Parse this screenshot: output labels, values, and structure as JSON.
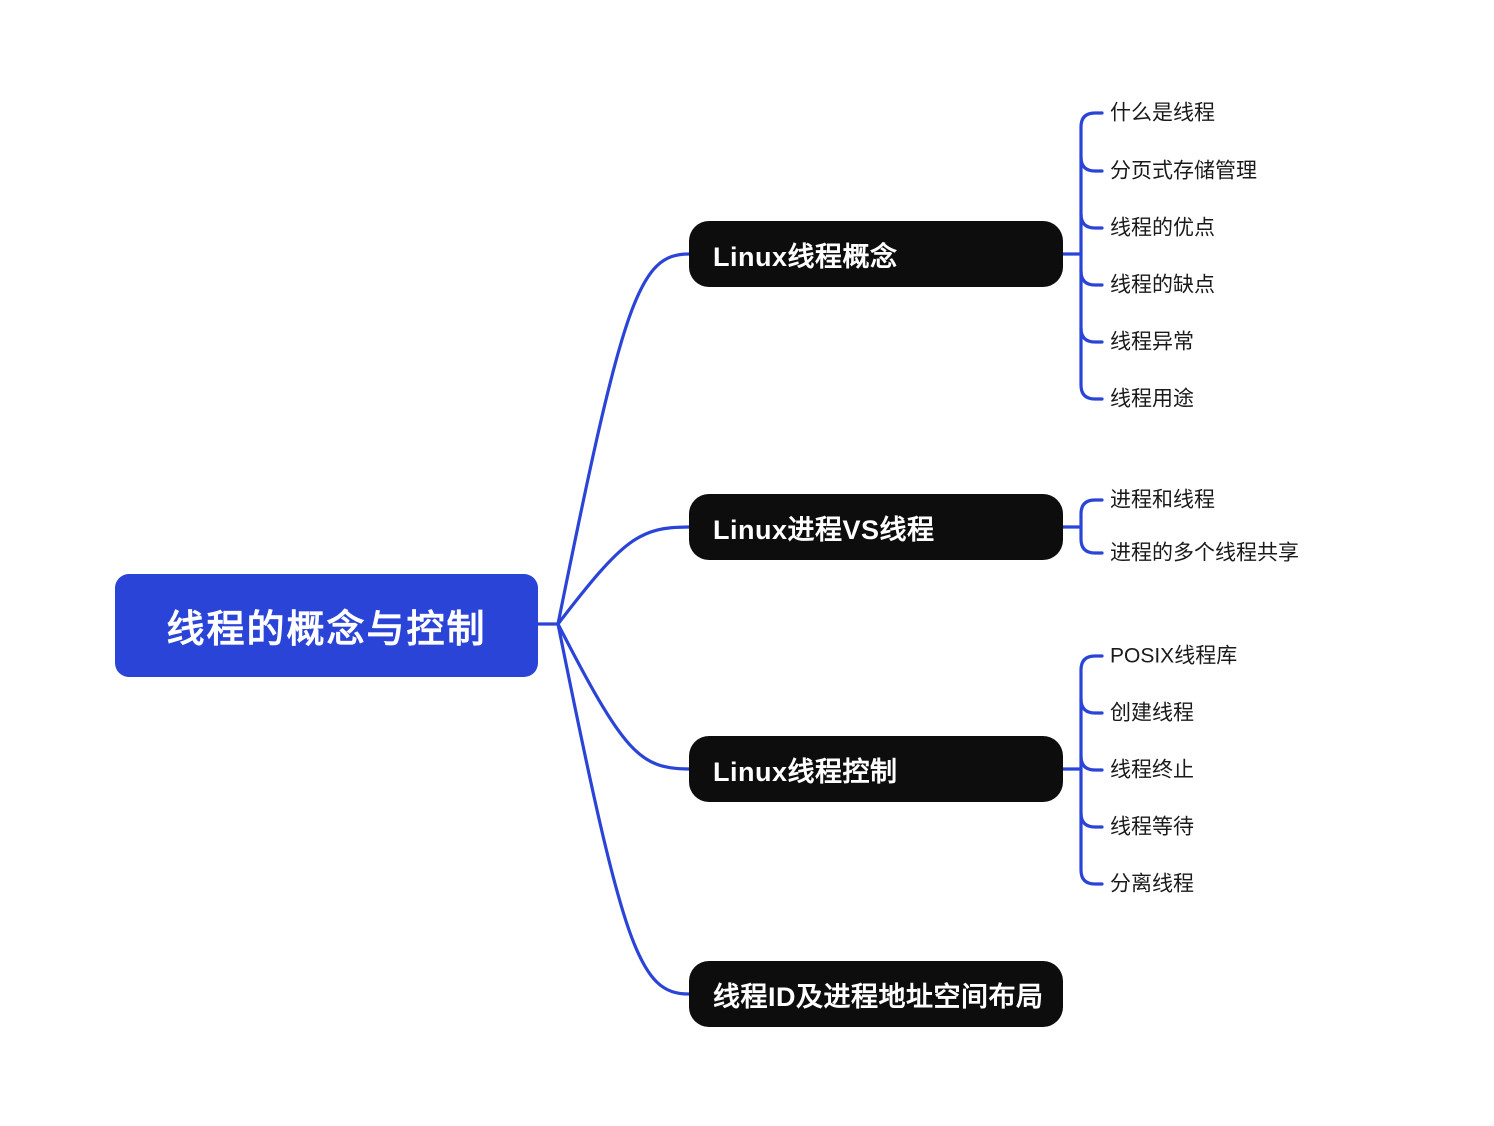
{
  "document": {
    "type": "mind-map",
    "title": "线程的概念与控制",
    "background_color": "#ffffff"
  },
  "theme": {
    "root_fill": "#2b44d8",
    "root_text": "#ffffff",
    "branch_fill": "#0d0d0d",
    "branch_text": "#ffffff",
    "connector_color": "#2b44d8",
    "leaf_text": "#1a1a1a"
  },
  "root": {
    "label": "线程的概念与控制"
  },
  "branches": [
    {
      "label": "Linux线程概念",
      "leaves": [
        {
          "label": "什么是线程"
        },
        {
          "label": "分页式存储管理"
        },
        {
          "label": "线程的优点"
        },
        {
          "label": "线程的缺点"
        },
        {
          "label": "线程异常"
        },
        {
          "label": "线程用途"
        }
      ]
    },
    {
      "label": "Linux进程VS线程",
      "leaves": [
        {
          "label": "进程和线程"
        },
        {
          "label": "进程的多个线程共享"
        }
      ]
    },
    {
      "label": "Linux线程控制",
      "leaves": [
        {
          "label": "POSIX线程库"
        },
        {
          "label": "创建线程"
        },
        {
          "label": "线程终止"
        },
        {
          "label": "线程等待"
        },
        {
          "label": "分离线程"
        }
      ]
    },
    {
      "label": "线程ID及进程地址空间布局",
      "leaves": []
    }
  ]
}
